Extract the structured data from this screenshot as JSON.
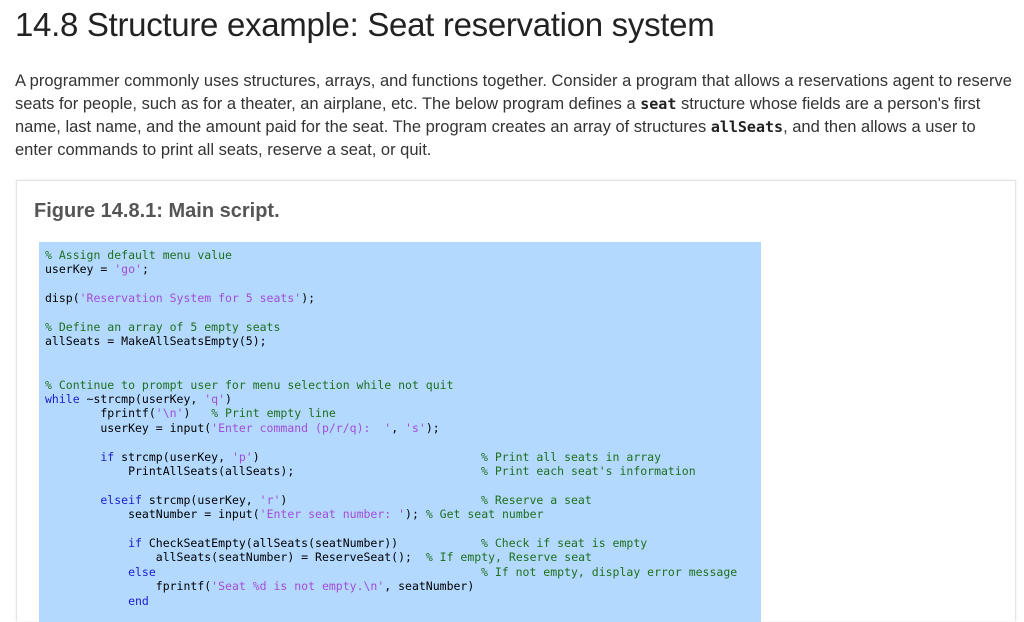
{
  "header": {
    "title": "14.8 Structure example: Seat reservation system"
  },
  "intro": {
    "part1": "A programmer commonly uses structures, arrays, and functions together. Consider a program that allows a reservations agent to reserve seats for people, such as for a theater, an airplane, etc. The below program defines a ",
    "code1": "seat",
    "part2": " structure whose fields are a person's first name, last name, and the amount paid for the seat. The program creates an array of structures ",
    "code2": "allSeats",
    "part3": ", and then allows a user to enter commands to print all seats, reserve a seat, or quit."
  },
  "figure": {
    "caption": "Figure 14.8.1: Main script."
  },
  "code": {
    "l1": "% Assign default menu value",
    "l2a": "userKey = ",
    "l2s": "'go'",
    "l2b": ";",
    "l3a": "disp(",
    "l3s": "'Reservation System for 5 seats'",
    "l3b": ");",
    "l4": "% Define an array of 5 empty seats",
    "l5": "allSeats = MakeAllSeatsEmpty(5);",
    "l6": "% Continue to prompt user for menu selection while not quit",
    "l7k": "while",
    "l7a": " ~strcmp(userKey, ",
    "l7s": "'q'",
    "l7b": ")",
    "l8a": "        fprintf(",
    "l8s": "'\\n'",
    "l8b": ")   ",
    "l8c": "% Print empty line",
    "l9a": "        userKey = input(",
    "l9s1": "'Enter command (p/r/q):  '",
    "l9b": ", ",
    "l9s2": "'s'",
    "l9c": ");",
    "l10k": "        if",
    "l10a": " strcmp(userKey, ",
    "l10s": "'p'",
    "l10b": ")",
    "l10c": "% Print all seats in array",
    "l11a": "            PrintAllSeats(allSeats);",
    "l11c": "% Print each seat's information",
    "l12k": "        elseif",
    "l12a": " strcmp(userKey, ",
    "l12s": "'r'",
    "l12b": ")",
    "l12c": "% Reserve a seat",
    "l13a": "            seatNumber = input(",
    "l13s": "'Enter seat number: '",
    "l13b": "); ",
    "l13c": "% Get seat number",
    "l14k": "            if",
    "l14a": " CheckSeatEmpty(allSeats(seatNumber))",
    "l14c": "% Check if seat is empty",
    "l15a": "                allSeats(seatNumber) = ReserveSeat();  ",
    "l15c": "% If empty, Reserve seat",
    "l16k": "            else",
    "l16c": "% If not empty, display error message",
    "l17a": "                fprintf(",
    "l17s": "'Seat %d is not empty.\\n'",
    "l17b": ", seatNumber)",
    "l18k": "            end"
  }
}
